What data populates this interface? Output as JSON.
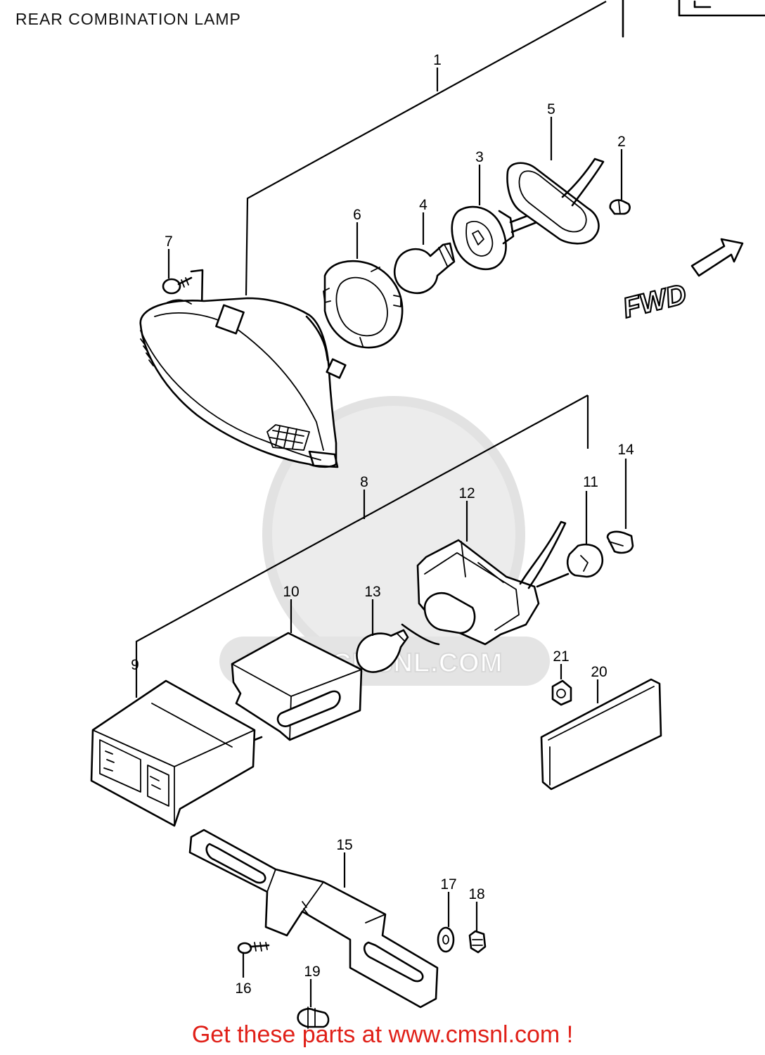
{
  "page": {
    "title": "REAR COMBINATION LAMP"
  },
  "diagram": {
    "direction_label": "FWD",
    "watermark_text": "WWW.CMSNL.COM",
    "callouts": [
      "1",
      "2",
      "3",
      "4",
      "5",
      "6",
      "7",
      "8",
      "9",
      "10",
      "11",
      "12",
      "13",
      "14",
      "15",
      "16",
      "17",
      "18",
      "19",
      "20",
      "21"
    ]
  },
  "footer": {
    "link_text": "Get these parts at www.cmsnl.com !"
  },
  "colors": {
    "footer_text": "#e02018",
    "line": "#000000",
    "watermark": "#dcdcdc"
  }
}
